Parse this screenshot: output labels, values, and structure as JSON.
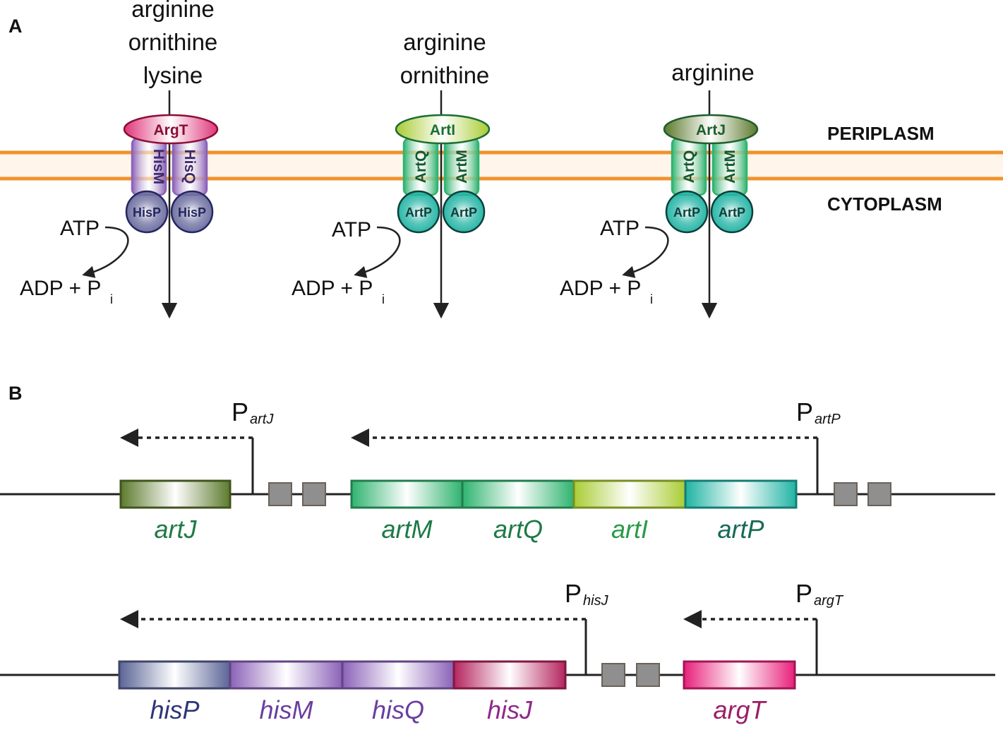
{
  "panelA": {
    "label": "A",
    "periplasm_label": "PERIPLASM",
    "cytoplasm_label": "CYTOPLASM",
    "transporters": [
      {
        "substrates": [
          "arginine",
          "ornithine",
          "lysine"
        ],
        "binding_protein": "ArgT",
        "tm_left": "HisM",
        "tm_right": "HisQ",
        "atpase_left": "HisP",
        "atpase_right": "HisP",
        "atp": "ATP",
        "adp": "ADP + P",
        "adp_sub": "i",
        "colors": {
          "bp": "#e0357a",
          "bp_text": "#8a0f35",
          "tm": "#8b62b8",
          "tm_text": "#3d2a70",
          "atpase": "#6a6b9e",
          "atpase_text": "#24265e"
        }
      },
      {
        "substrates": [
          "arginine",
          "ornithine"
        ],
        "binding_protein": "ArtI",
        "tm_left": "ArtQ",
        "tm_right": "ArtM",
        "atpase_left": "ArtP",
        "atpase_right": "ArtP",
        "atp": "ATP",
        "adp": "ADP + P",
        "adp_sub": "i",
        "colors": {
          "bp": "#a9cc34",
          "bp_text": "#1b6e36",
          "tm": "#2fb36f",
          "tm_text": "#0f5b35",
          "atpase": "#1fb3a3",
          "atpase_text": "#0e3f3b"
        }
      },
      {
        "substrates": [
          "arginine"
        ],
        "binding_protein": "ArtJ",
        "tm_left": "ArtQ",
        "tm_right": "ArtM",
        "atpase_left": "ArtP",
        "atpase_right": "ArtP",
        "atp": "ATP",
        "adp": "ADP + P",
        "adp_sub": "i",
        "colors": {
          "bp": "#5c7a2c",
          "bp_text": "#1e5e2e",
          "tm": "#2fb36f",
          "tm_text": "#0f5b35",
          "atpase": "#1fb3a3",
          "atpase_text": "#0e3f3b"
        }
      }
    ]
  },
  "panelB": {
    "label": "B",
    "row1": {
      "promoters": [
        {
          "letter": "P",
          "sub": "artJ"
        },
        {
          "letter": "P",
          "sub": "artP"
        }
      ],
      "genes": [
        {
          "name": "artJ",
          "color": "#5c7a2c",
          "text_color": "#1e7a45"
        },
        {
          "name": "artM",
          "color": "#2fb36f",
          "text_color": "#1e7a45"
        },
        {
          "name": "artQ",
          "color": "#2fb36f",
          "text_color": "#1e7a45"
        },
        {
          "name": "artI",
          "color": "#a9cc34",
          "text_color": "#2a9a48"
        },
        {
          "name": "artP",
          "color": "#1fb3a3",
          "text_color": "#166a55"
        }
      ]
    },
    "row2": {
      "promoters": [
        {
          "letter": "P",
          "sub": "hisJ"
        },
        {
          "letter": "P",
          "sub": "argT"
        }
      ],
      "genes": [
        {
          "name": "hisP",
          "color": "#5a6496",
          "text_color": "#2e3578"
        },
        {
          "name": "hisM",
          "color": "#8b62b8",
          "text_color": "#6a3ea0"
        },
        {
          "name": "hisQ",
          "color": "#8b62b8",
          "text_color": "#6a3ea0"
        },
        {
          "name": "hisJ",
          "color": "#b5245e",
          "text_color": "#8e2a8a"
        },
        {
          "name": "argT",
          "color": "#e8207a",
          "text_color": "#9a1e66"
        }
      ]
    },
    "colors": {
      "regulatory_box": "#8f8f8f",
      "line": "#222222",
      "membrane": "#f0922b",
      "membrane_fill": "#fff5ea"
    }
  }
}
